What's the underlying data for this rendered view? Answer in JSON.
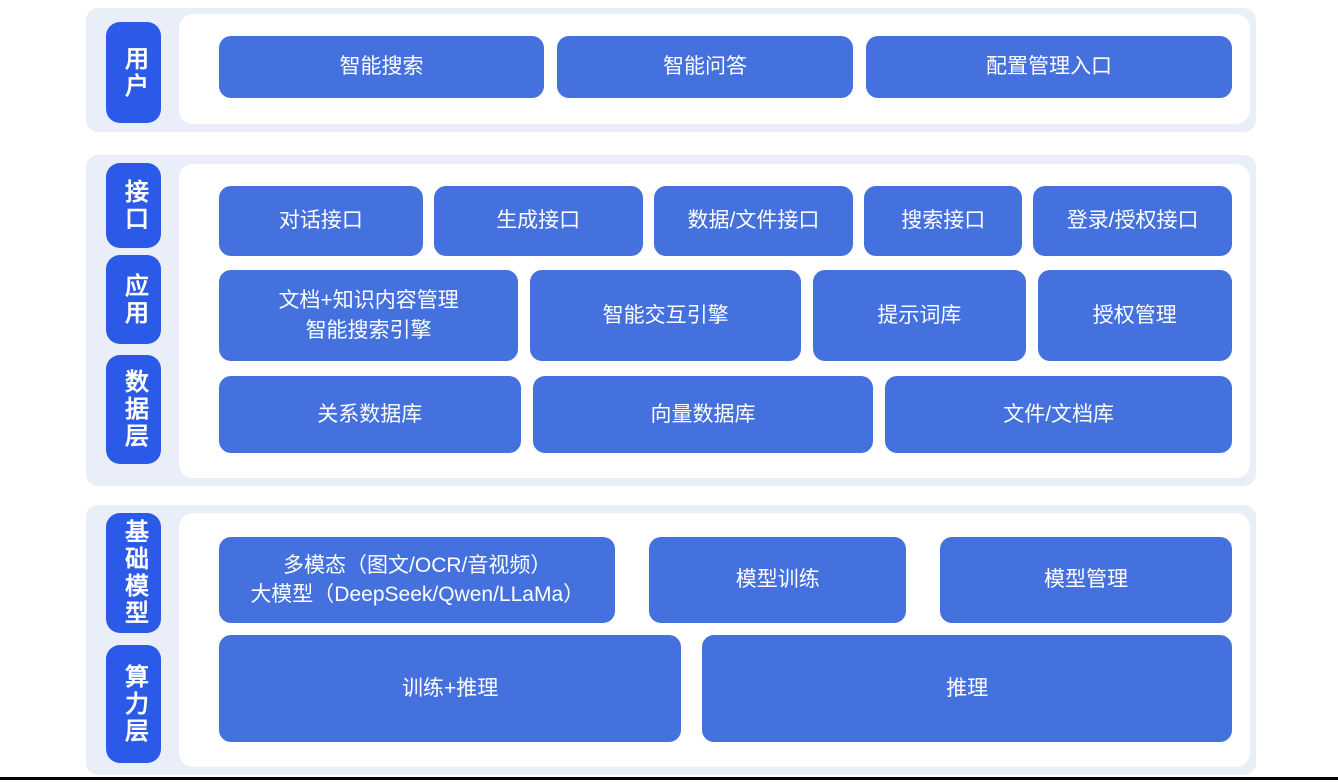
{
  "colors": {
    "section_background": "#e9eef8",
    "layer_tab_blue": "#2b59e8",
    "node_blue": "#4471de",
    "panel_background": "#ffffff",
    "text_on_blue": "#ffffff",
    "bottom_edge": "#000000"
  },
  "sections": [
    {
      "tabs": [
        {
          "label": "用户"
        }
      ],
      "rows": [
        {
          "buttons": [
            {
              "label": "智能搜索"
            },
            {
              "label": "智能问答"
            },
            {
              "label": "配置管理入口"
            }
          ]
        }
      ]
    },
    {
      "tabs": [
        {
          "label": "接口"
        },
        {
          "label": "应用"
        },
        {
          "label": "数据层"
        }
      ],
      "rows": [
        {
          "buttons": [
            {
              "label": "对话接口"
            },
            {
              "label": "生成接口"
            },
            {
              "label": "数据/文件接口"
            },
            {
              "label": "搜索接口"
            },
            {
              "label": "登录/授权接口"
            }
          ]
        },
        {
          "buttons": [
            {
              "lines": [
                "文档+知识内容管理",
                "智能搜索引擎"
              ]
            },
            {
              "label": "智能交互引擎"
            },
            {
              "label": "提示词库"
            },
            {
              "label": "授权管理"
            }
          ]
        },
        {
          "buttons": [
            {
              "label": "关系数据库"
            },
            {
              "label": "向量数据库"
            },
            {
              "label": "文件/文档库"
            }
          ]
        }
      ]
    },
    {
      "tabs": [
        {
          "label": "基础模型"
        },
        {
          "label": "算力层"
        }
      ],
      "rows": [
        {
          "buttons": [
            {
              "lines": [
                "多模态（图文/OCR/音视频）",
                "大模型（DeepSeek/Qwen/LLaMa）"
              ]
            },
            {
              "label": "模型训练"
            },
            {
              "label": "模型管理"
            }
          ]
        },
        {
          "buttons": [
            {
              "label": "训练+推理"
            },
            {
              "label": "推理"
            }
          ]
        }
      ]
    }
  ]
}
